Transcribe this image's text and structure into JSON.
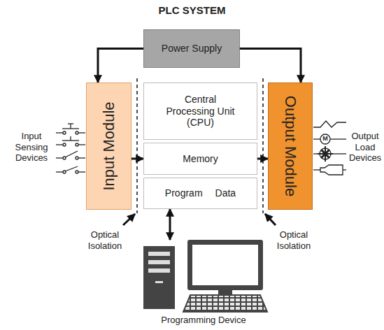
{
  "diagram": {
    "title": "PLC SYSTEM",
    "nodes": [
      {
        "text": [
          "Power Supply"
        ]
      },
      {
        "text": [
          "Input Module"
        ]
      },
      {
        "text": [
          "Central Processing Unit (CPU)"
        ]
      },
      {
        "text": [
          "Memory"
        ]
      },
      {
        "text": [
          "Program",
          "Data"
        ]
      },
      {
        "text": [
          "Output Module"
        ]
      },
      {
        "text": [
          "Programming Device"
        ]
      }
    ],
    "edges": [
      {
        "from": 0,
        "to": 1,
        "arrow": "to"
      },
      {
        "from": 0,
        "to": 5,
        "arrow": "to"
      },
      {
        "from": 1,
        "to": 3,
        "arrow": "to"
      },
      {
        "from": 3,
        "to": 5,
        "arrow": "to"
      },
      {
        "from": 4,
        "to": 6,
        "arrow": "both"
      }
    ],
    "labels": [
      "Input Sensing Devices",
      "Output Load Devices",
      "M",
      "Optical Isolation",
      "Optical Isolation"
    ]
  }
}
